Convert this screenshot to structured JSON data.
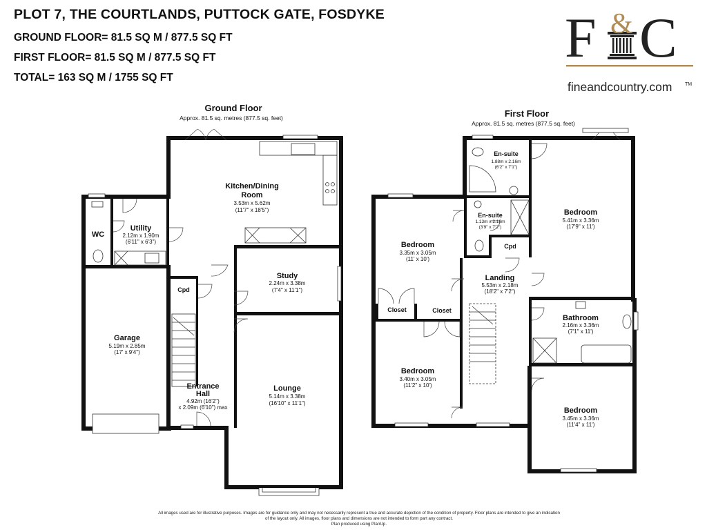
{
  "header": {
    "title": "PLOT 7, THE COURTLANDS, PUTTOCK GATE, FOSDYKE",
    "ground_floor_area": "GROUND FLOOR= 81.5 SQ M / 877.5 SQ FT",
    "first_floor_area": "FIRST FLOOR= 81.5 SQ M / 877.5 SQ FT",
    "total_area": "TOTAL= 163 SQ M / 1755 SQ FT"
  },
  "logo": {
    "letter_left": "F",
    "ampersand": "&",
    "letter_right": "C",
    "website": "fineandcountry.com",
    "trademark": "TM",
    "colors": {
      "text": "#222222",
      "gold": "#b08d57"
    }
  },
  "ground_floor": {
    "title": "Ground Floor",
    "area": "Approx. 81.5 sq. metres (877.5 sq. feet)",
    "rooms": {
      "kitchen": {
        "name1": "Kitchen/Dining",
        "name2": "Room",
        "metric": "3.53m x 5.62m",
        "imperial": "(11'7\" x 18'5\")"
      },
      "wc": {
        "name": "WC"
      },
      "utility": {
        "name": "Utility",
        "metric": "2.12m x 1.90m",
        "imperial": "(6'11\" x 6'3\")"
      },
      "study": {
        "name": "Study",
        "metric": "2.24m x 3.38m",
        "imperial": "(7'4\" x 11'1\")"
      },
      "cpd": {
        "name": "Cpd"
      },
      "garage": {
        "name": "Garage",
        "metric": "5.19m x 2.85m",
        "imperial": "(17' x 9'4\")"
      },
      "hall": {
        "name1": "Entrance",
        "name2": "Hall",
        "metric": "4.92m (16'2\")",
        "imperial": "x 2.09m (6'10\") max"
      },
      "lounge": {
        "name": "Lounge",
        "metric": "5.14m x 3.38m",
        "imperial": "(16'10\" x 11'1\")"
      }
    }
  },
  "first_floor": {
    "title": "First Floor",
    "area": "Approx. 81.5 sq. metres (877.5 sq. feet)",
    "rooms": {
      "ensuite1": {
        "name": "En-suite",
        "metric": "1.88m x 2.16m",
        "imperial": "(6'2\" x 7'1\")"
      },
      "ensuite2": {
        "name": "En-suite",
        "metric": "1.13m x 2.19m",
        "imperial": "(3'9\" x 7'2\")"
      },
      "bedroom_master": {
        "name": "Bedroom",
        "metric": "5.41m x 3.36m",
        "imperial": "(17'9\" x 11')"
      },
      "bedroom_left": {
        "name": "Bedroom",
        "metric": "3.35m x 3.05m",
        "imperial": "(11' x 10')"
      },
      "cpd": {
        "name": "Cpd"
      },
      "landing": {
        "name": "Landing",
        "metric": "5.53m x 2.18m",
        "imperial": "(18'2\" x 7'2\")"
      },
      "closet1": {
        "name": "Closet"
      },
      "closet2": {
        "name": "Closet"
      },
      "bathroom": {
        "name": "Bathroom",
        "metric": "2.16m x 3.36m",
        "imperial": "(7'1\" x 11')"
      },
      "bedroom_lower_left": {
        "name": "Bedroom",
        "metric": "3.40m x 3.05m",
        "imperial": "(11'2\" x 10')"
      },
      "bedroom_lower_right": {
        "name": "Bedroom",
        "metric": "3.45m x 3.36m",
        "imperial": "(11'4\" x 11')"
      }
    }
  },
  "disclaimer": {
    "line1": "All images used are for illustrative purposes. Images are for guidance only and may not necessarily represent a true and accurate depiction of the condition of property. Floor plans are intended to give an indication",
    "line2": "of the layout only. All images, floor plans and dimensions are not intended to form part any contract.",
    "line3": "Plan produced using PlanUp."
  }
}
